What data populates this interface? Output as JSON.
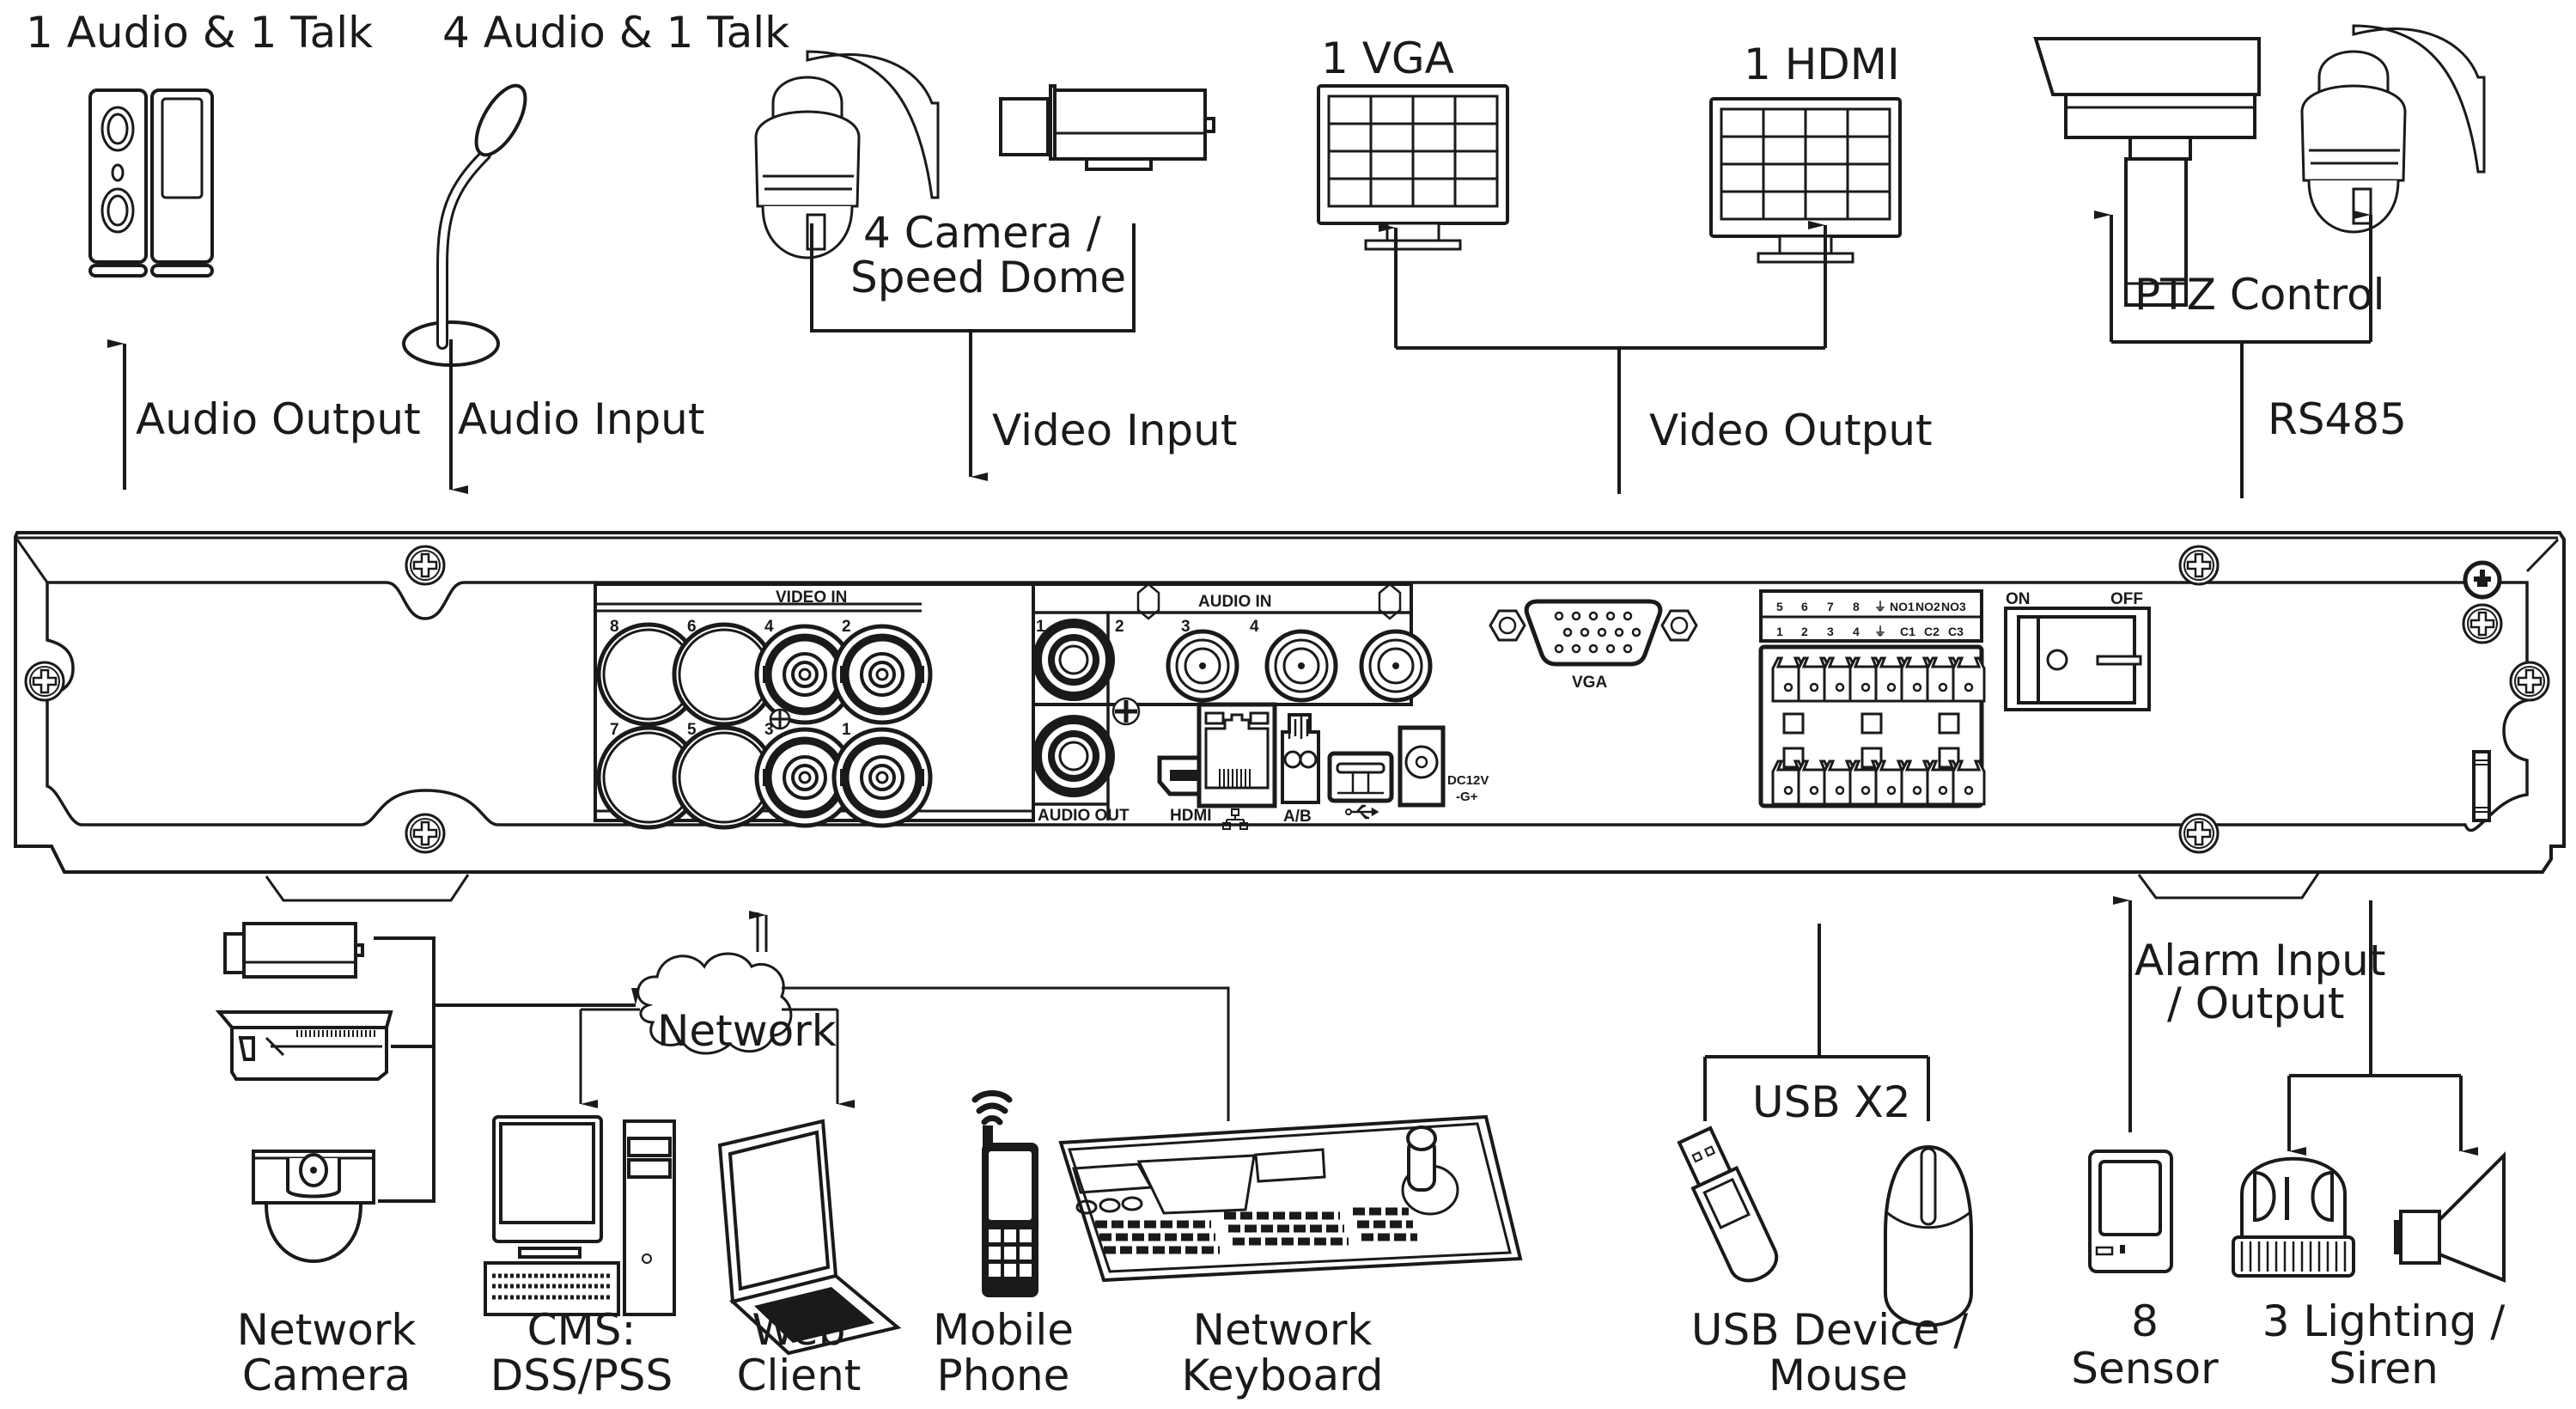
{
  "diagram": {
    "subject": "DVR rear panel connection diagram",
    "top_devices": {
      "speakers_label": "1 Audio  & 1 Talk",
      "microphone_label": "4 Audio & 1 Talk",
      "camera_label_line1": "4  Camera /",
      "camera_label_line2": "Speed Dome",
      "vga_monitor_label": "1 VGA",
      "hdmi_monitor_label": "1 HDMI",
      "ptz_label": "PTZ Control"
    },
    "top_connections": {
      "audio_output": "Audio  Output",
      "audio_input": "Audio  Input",
      "video_input": "Video Input",
      "video_output": "Video Output",
      "rs485": "RS485"
    },
    "panel": {
      "video_in_header": "VIDEO IN",
      "video_ports": [
        "8",
        "6",
        "4",
        "2",
        "7",
        "5",
        "3",
        "1"
      ],
      "audio_in_header": "AUDIO IN",
      "audio_in_ports": [
        "1",
        "2",
        "3",
        "4"
      ],
      "audio_out_label": "AUDIO OUT",
      "hdmi_label": "HDMI",
      "vga_label": "VGA",
      "rs485_label": "A/B",
      "power_label_line1": "DC12V",
      "power_label_line2": "-G+",
      "alarm_top_row": [
        "5",
        "6",
        "7",
        "8",
        "⏚",
        "NO1",
        "NO2",
        "NO3"
      ],
      "alarm_bottom_row": [
        "1",
        "2",
        "3",
        "4",
        "⏚",
        "C1",
        "C2",
        "C3"
      ],
      "switch_on": "ON",
      "switch_off": "OFF"
    },
    "bottom_connections": {
      "network_cloud": "Network",
      "usb_hub": "USB X2",
      "alarm_line1": "Alarm Input",
      "alarm_line2": "/ Output"
    },
    "bottom_devices": [
      {
        "line1": "Network",
        "line2": "Camera"
      },
      {
        "line1": "CMS:",
        "line2": "DSS/PSS"
      },
      {
        "line1": "Web",
        "line2": "Client"
      },
      {
        "line1": "Mobile",
        "line2": "Phone"
      },
      {
        "line1": "Network",
        "line2": "Keyboard"
      },
      {
        "line1": "USB Device /",
        "line2": "Mouse"
      },
      {
        "line1": "8",
        "line2": "Sensor"
      },
      {
        "line1": "3 Lighting /",
        "line2": "Siren"
      }
    ]
  }
}
